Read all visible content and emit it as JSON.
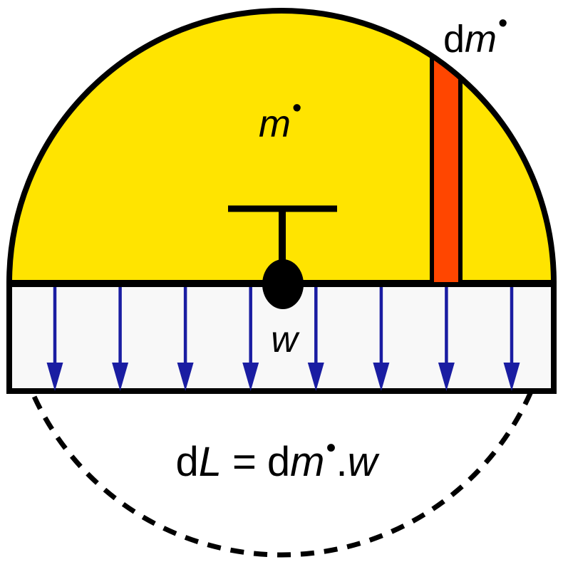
{
  "diagram": {
    "labels": {
      "mass_flow": {
        "m": "m",
        "dot": "•"
      },
      "mass_flow_element": {
        "d": "d",
        "m": "m",
        "dot": "•"
      },
      "velocity": "w",
      "formula": {
        "d1": "d",
        "L": "L",
        "equals": "=",
        "d2": "d",
        "m": "m",
        "dot": "•",
        "period": ".",
        "w": "w"
      }
    },
    "velocity_arrows": {
      "count": 8,
      "direction": "down"
    },
    "colors": {
      "dome_fill": "#FFE400",
      "strip_fill": "#FF4600",
      "outline": "#000000",
      "band_fill": "#F8F8F8",
      "arrow_blue": "#1A1DA2",
      "background": "#FFFFFF"
    }
  }
}
